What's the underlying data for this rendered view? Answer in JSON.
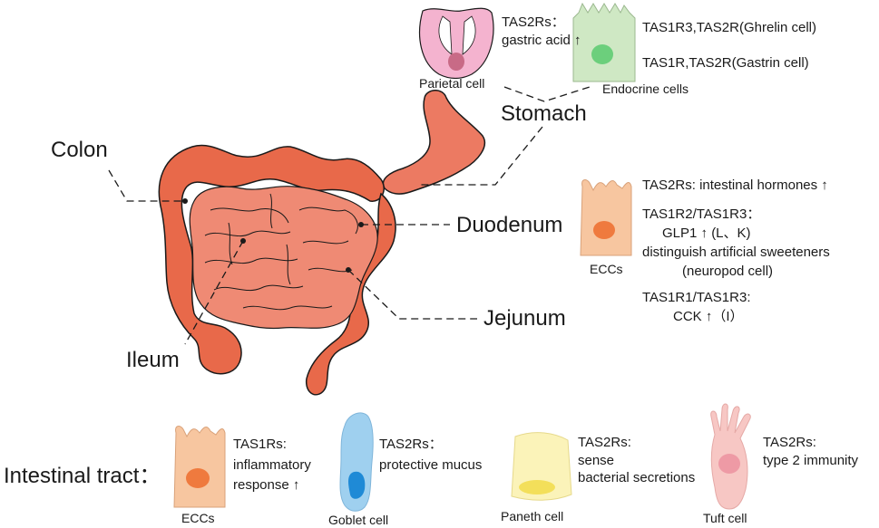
{
  "organs": {
    "stomach": "Stomach",
    "colon": "Colon",
    "duodenum": "Duodenum",
    "jejunum": "Jejunum",
    "ileum": "Ileum",
    "intestinal_tract": "Intestinal tract："
  },
  "stomach_cells": {
    "parietal": {
      "name": "Parietal cell",
      "receptor": "TAS2Rs：",
      "effect": "gastric acid ↑"
    },
    "endocrine": {
      "name": "Endocrine cells",
      "line1": "TAS1R3,TAS2R(Ghrelin cell)",
      "line2": "TAS1R,TAS2R(Gastrin  cell)"
    }
  },
  "duodenum_cells": {
    "name": "ECCs",
    "line1": "TAS2Rs: intestinal hormones ↑",
    "line2": "TAS1R2/TAS1R3：",
    "line3": "GLP1 ↑ (L、K)",
    "line4": "distinguish artificial sweeteners",
    "line5": "(neuropod cell)",
    "line6": "TAS1R1/TAS1R3:",
    "line7": "CCK ↑（I）"
  },
  "tract_cells": [
    {
      "name": "ECCs",
      "line1": "TAS1Rs:",
      "line2": "inflammatory",
      "line3": "response ↑"
    },
    {
      "name": "Goblet cell",
      "line1": "TAS2Rs：",
      "line2": "protective mucus"
    },
    {
      "name": "Paneth cell",
      "line1": "TAS2Rs:",
      "line2": "sense",
      "line3": "bacterial secretions"
    },
    {
      "name": "Tuft cell",
      "line1": "TAS2Rs:",
      "line2": "type 2 immunity"
    }
  ],
  "colors": {
    "colon": "#e8694a",
    "small_intestine": "#ef8a74",
    "stomach": "#ec7a62",
    "outline": "#1a1a1a",
    "parietal": "#f4b3cf",
    "endocrine": "#cfe8c4",
    "ecc": "#f7c6a0",
    "ecc_nucleus": "#ef7a3e",
    "goblet": "#9fd0ef",
    "goblet_nucleus": "#1f8ad6",
    "paneth": "#fbf3b9",
    "paneth_nucleus": "#f3df5a",
    "tuft": "#f7c7c4",
    "tuft_nucleus": "#ee9aa5"
  }
}
